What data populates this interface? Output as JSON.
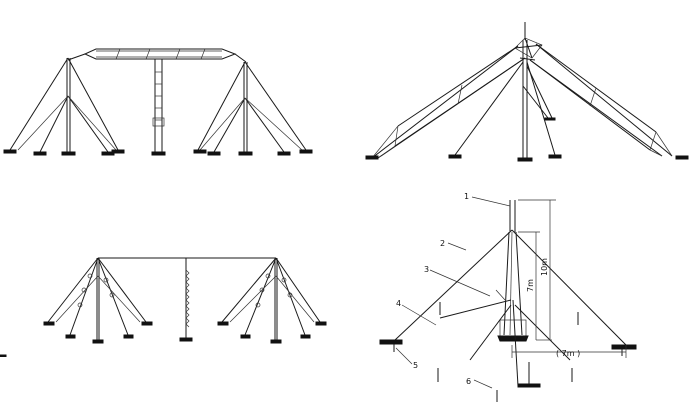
{
  "labels": {
    "callout_1": "1",
    "callout_2": "2",
    "callout_3": "3",
    "callout_4": "4",
    "callout_5": "5",
    "callout_6": "6",
    "dim_horizontal": "( 7m )",
    "dim_vertical_long": "10m",
    "dim_vertical_short": "7m"
  }
}
